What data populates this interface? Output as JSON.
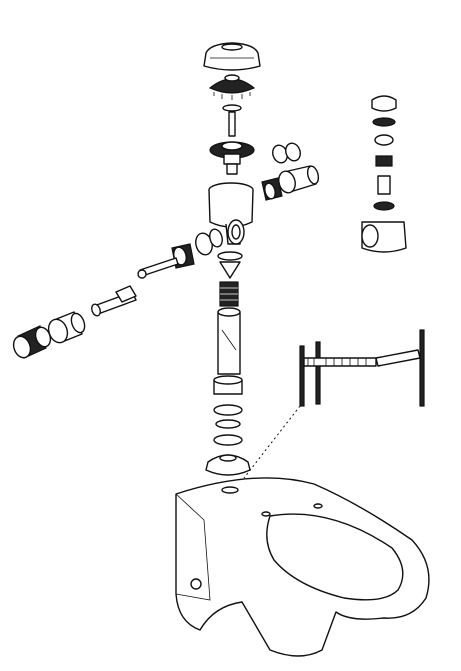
{
  "figure": {
    "type": "exploded-parts-diagram",
    "background": "#ffffff",
    "line_color": "#111111",
    "parts": [
      "cap",
      "ribbed-cover",
      "stem",
      "diaphragm-assembly",
      "o-rings",
      "valve-body",
      "tailpiece-coupling",
      "gasket",
      "handle-bushing",
      "plunger",
      "handle",
      "coupling-nut",
      "nut",
      "vacuum-breaker-kit",
      "spud-nut",
      "spud-gasket",
      "flange",
      "tool",
      "toilet-bowl"
    ]
  }
}
